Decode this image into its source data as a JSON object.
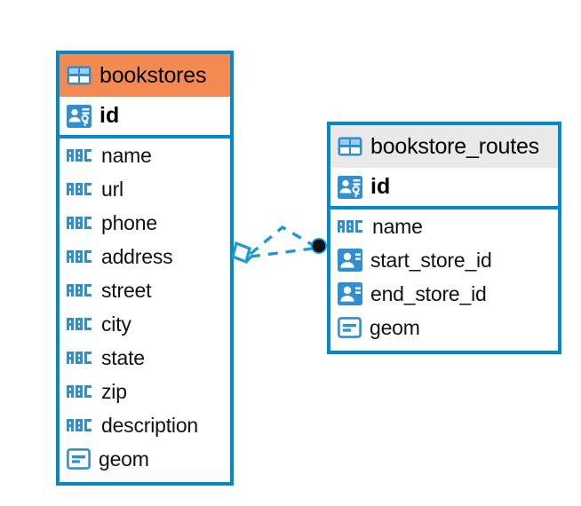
{
  "diagram": {
    "type": "entity-relationship-diagram",
    "colors": {
      "border": "#0089CF",
      "header_highlight": "#F58A50",
      "header_default": "#E9E9E9",
      "icon_blue": "#2F8FD0",
      "connector": "#1C9AD6",
      "connector_endpoint": "#111111",
      "text": "#000000"
    },
    "entities": [
      {
        "name": "bookstores",
        "header_style": "highlighted",
        "icon": "table-grid-icon",
        "primary_key": {
          "label": "id",
          "icon": "primary-key-card-icon"
        },
        "fields": [
          {
            "label": "name",
            "icon": "abc-text-icon"
          },
          {
            "label": "url",
            "icon": "abc-text-icon"
          },
          {
            "label": "phone",
            "icon": "abc-text-icon"
          },
          {
            "label": "address",
            "icon": "abc-text-icon"
          },
          {
            "label": "street",
            "icon": "abc-text-icon"
          },
          {
            "label": "city",
            "icon": "abc-text-icon"
          },
          {
            "label": "state",
            "icon": "abc-text-icon"
          },
          {
            "label": "zip",
            "icon": "abc-text-icon"
          },
          {
            "label": "description",
            "icon": "abc-text-icon"
          },
          {
            "label": "geom",
            "icon": "geometry-icon"
          }
        ]
      },
      {
        "name": "bookstore_routes",
        "header_style": "default",
        "icon": "table-grid-icon",
        "primary_key": {
          "label": "id",
          "icon": "primary-key-card-icon"
        },
        "fields": [
          {
            "label": "name",
            "icon": "abc-text-icon"
          },
          {
            "label": "start_store_id",
            "icon": "foreign-key-card-icon"
          },
          {
            "label": "end_store_id",
            "icon": "foreign-key-card-icon"
          },
          {
            "label": "geom",
            "icon": "geometry-icon"
          }
        ]
      }
    ],
    "relationship": {
      "from": "bookstores",
      "to": "bookstore_routes",
      "line_style": "dashed",
      "source_marker": "crowsfoot-diamond-icon",
      "target_marker": "filled-circle-icon"
    }
  }
}
